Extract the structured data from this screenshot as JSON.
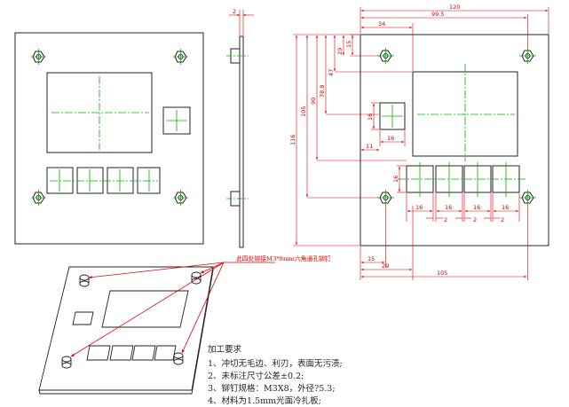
{
  "callout": "此四处铆接M3*8mm六角通孔铆钉",
  "notes": {
    "title": "加工要求",
    "items": [
      "1、冲切无毛边、利刃，表面无污渍;",
      "2、未标注尺寸公差±0.2;",
      "3、铆钉规格：M3X8，外径?5.3;",
      "4、材料为1.5mm光面冷扎板;"
    ]
  },
  "dims": {
    "side_thickness": "2",
    "overall_width": "120",
    "hole_right_x": "99.5",
    "window_left": "34",
    "top_15": "15",
    "top_29": "29",
    "v_47": "47",
    "v_78_8": "78.8",
    "v_90": "90",
    "v_105": "105",
    "v_116": "116",
    "sq16_h": "16",
    "sq16_w": "16",
    "off_11": "11",
    "btn_w": [
      "16",
      "16",
      "16",
      "16"
    ],
    "btn_gap": [
      "2",
      "2",
      "2"
    ],
    "btn_v16": "16",
    "bottom_15": "15",
    "bottom_29": "29",
    "bottom_105": "105"
  },
  "colors": {
    "outline": "#222222",
    "center": "#00b000",
    "dimension": "#e00000"
  }
}
